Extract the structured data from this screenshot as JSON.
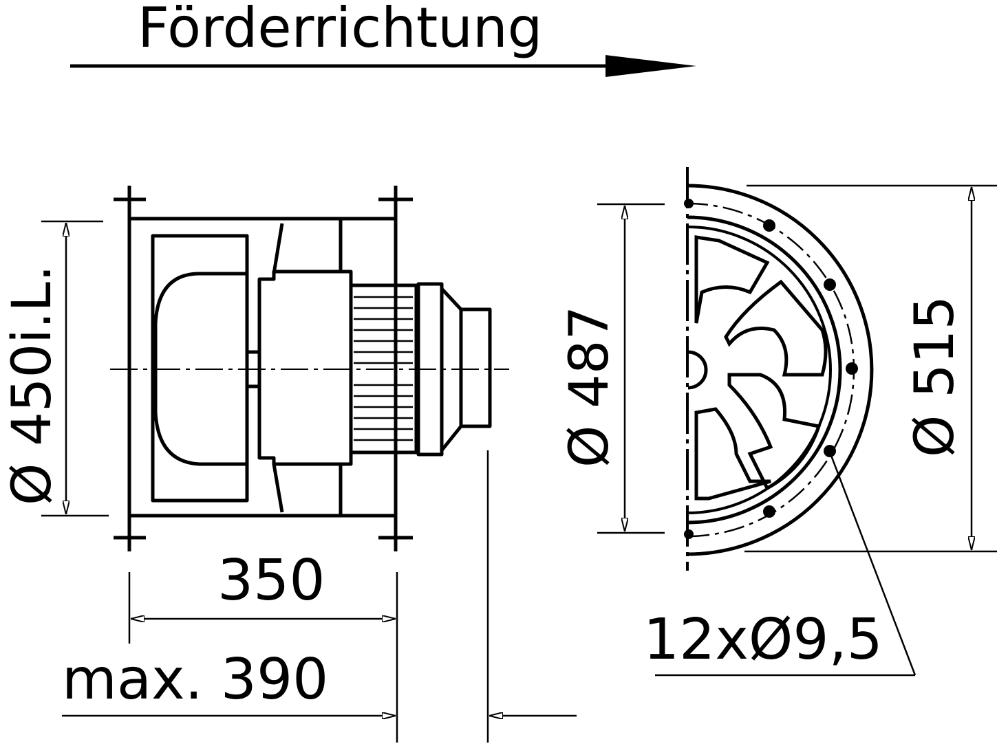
{
  "title": "Förderrichtung",
  "dimensions": {
    "inner_diameter": "Ø 450i.L.",
    "flange_length": "350",
    "max_length": "max. 390",
    "bolt_circle_diameter": "Ø 487",
    "outer_diameter": "Ø 515",
    "holes": "12xØ9,5"
  },
  "colors": {
    "line": "#000000",
    "background": "#ffffff"
  }
}
